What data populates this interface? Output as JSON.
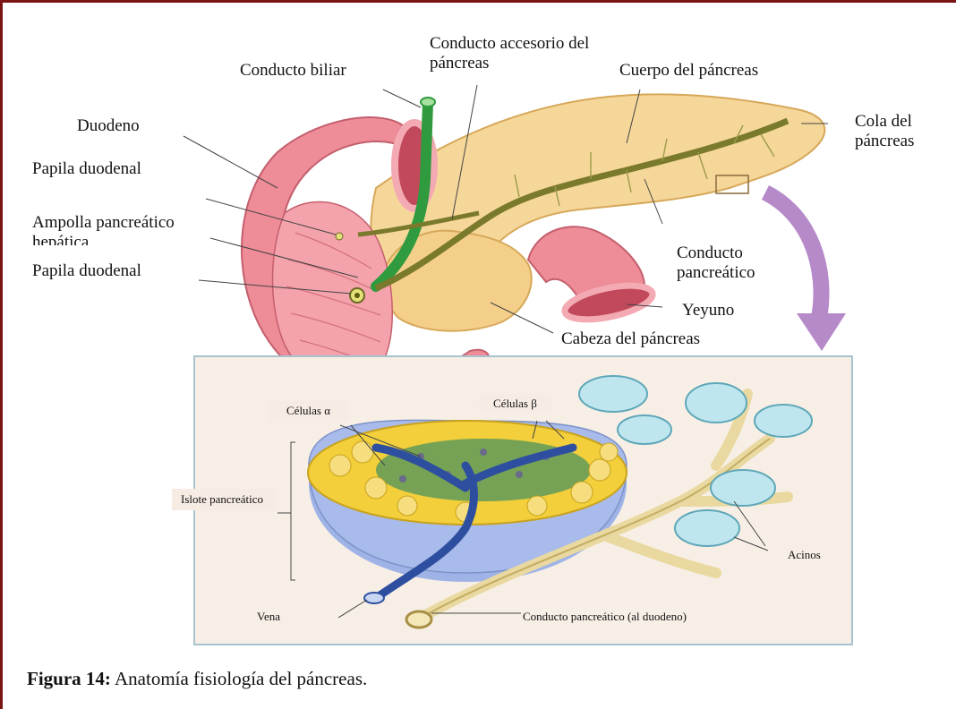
{
  "figure": {
    "labels": {
      "conducto_biliar": "Conducto biliar",
      "conducto_accesorio": "Conducto accesorio del páncreas",
      "cuerpo": "Cuerpo del páncreas",
      "cola": "Cola del páncreas",
      "duodeno": "Duodeno",
      "papila_duodenal_1": "Papila duodenal",
      "ampolla": "Ampolla pancreático hepática",
      "papila_duodenal_2": "Papila duodenal",
      "conducto_pancreatico": "Conducto pancreático",
      "yeyuno": "Yeyuno",
      "cabeza": "Cabeza del páncreas",
      "celulas_alfa": "Células α",
      "celulas_beta": "Células β",
      "islote": "Islote pancreático",
      "acinos": "Acinos",
      "vena": "Vena",
      "conducto_duodeno": "Conducto pancreático (al duodeno)"
    },
    "caption_bold": "Figura 14:",
    "caption_text": " Anatomía fisiología del páncreas."
  },
  "colors": {
    "frame": "#7a1414",
    "duodenum": "#ee8c98",
    "pancreas": "#f6d79a",
    "duct": "#7a7a2c",
    "bile_duct": "#2f9a3e",
    "inset_bg": "#f7efe6",
    "alpha_cells": "#5f9a5a",
    "beta_cells": "#f2cf3b",
    "islet_base": "#9fb3e6",
    "vein": "#2e4fa0",
    "acini": "#bfe6ef"
  }
}
